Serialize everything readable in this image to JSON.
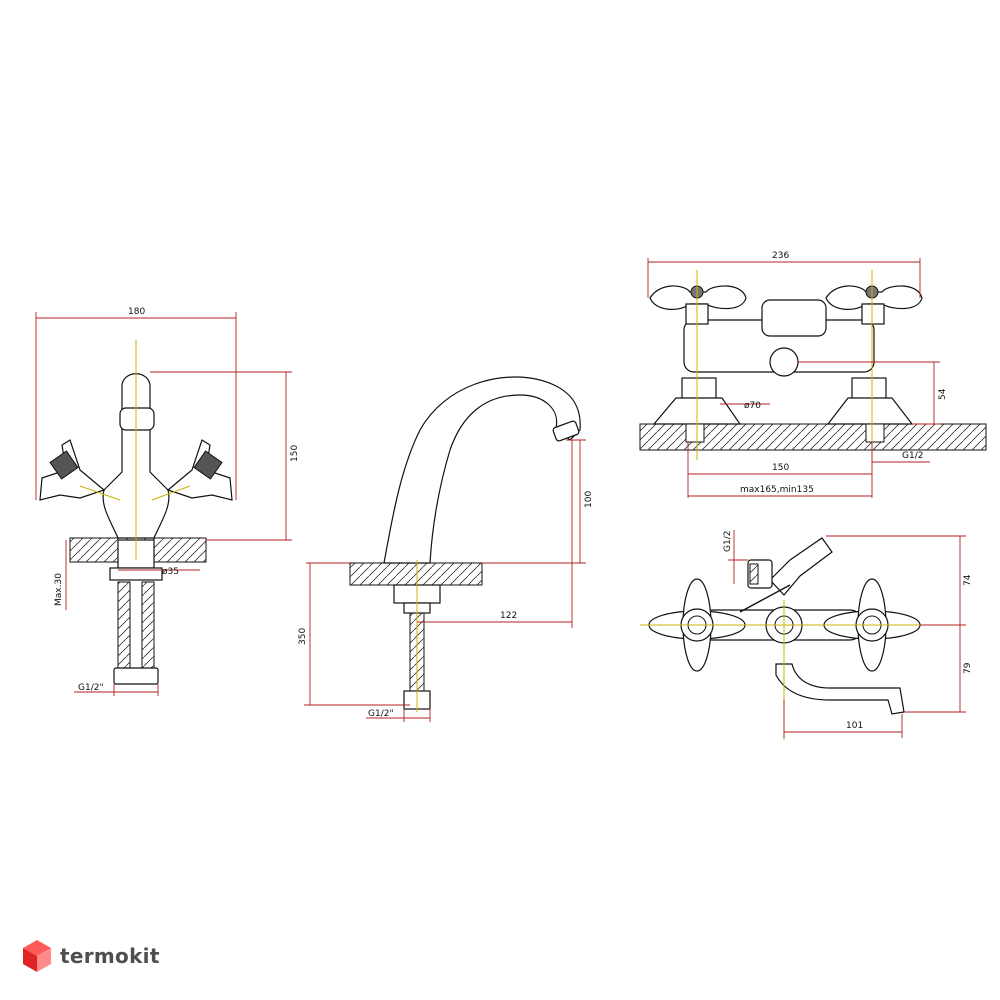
{
  "brand": {
    "name": "termokit",
    "logo_icon": "cube-logo-icon"
  },
  "views": {
    "basin_mixer_front": {
      "width_label": "180",
      "height_label": "150",
      "max_label": "Max.30",
      "hole_label": "ø35",
      "thread_label": "G1/2\""
    },
    "basin_mixer_side": {
      "height_label": "100",
      "total_label": "350",
      "reach_label": "122",
      "thread_label": "G1/2\""
    },
    "bath_mixer_front": {
      "width_label": "236",
      "height_label": "54",
      "flange_label": "ø70",
      "center_label": "150",
      "thread_label": "G1/2",
      "range_label": "max165,min135"
    },
    "bath_mixer_top": {
      "thread_label": "G1/2",
      "depth_label": "74",
      "spout_depth_label": "79",
      "spout_label": "101"
    }
  },
  "colors": {
    "dimension": "#b02020",
    "outline": "#111111",
    "axis": "#c8b400",
    "brand": "#4f4f4f",
    "logo_top": "#ff5a5a",
    "logo_side": "#e02424"
  }
}
